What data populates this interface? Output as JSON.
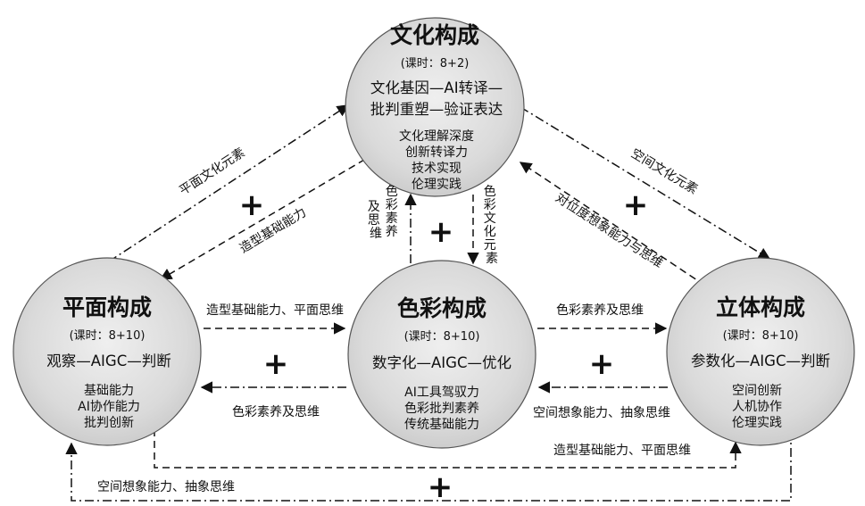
{
  "nodes": {
    "culture": {
      "title": "文化构成",
      "hours": "(课时：8+2)",
      "process": [
        "文化基因—AI转译—",
        "批判重塑—验证表达"
      ],
      "abilities": [
        "文化理解深度",
        "创新转译力",
        "技术实现",
        "伦理实践"
      ]
    },
    "plane": {
      "title": "平面构成",
      "hours": "(课时：8+10)",
      "process": [
        "观察—AIGC—判断"
      ],
      "abilities": [
        "基础能力",
        "AI协作能力",
        "批判创新"
      ]
    },
    "color": {
      "title": "色彩构成",
      "hours": "(课时：8+10)",
      "process": [
        "数字化—AIGC—优化"
      ],
      "abilities": [
        "AI工具驾驭力",
        "色彩批判素养",
        "传统基础能力"
      ]
    },
    "solid": {
      "title": "立体构成",
      "hours": "(课时：8+10)",
      "process": [
        "参数化—AIGC—判断"
      ],
      "abilities": [
        "空间创新",
        "人机协作",
        "伦理实践"
      ]
    }
  },
  "edges": {
    "plane_to_culture": "平面文化元素",
    "culture_to_plane": "造型基础能力",
    "culture_to_solid": "空间文化元素",
    "solid_to_culture": "对位度想象能力与思维",
    "color_to_culture": [
      "色",
      "彩",
      "素",
      "养",
      "及",
      "思",
      "维"
    ],
    "culture_to_color": [
      "色",
      "彩",
      "文",
      "化",
      "元",
      "素"
    ],
    "plane_to_color": "造型基础能力、平面思维",
    "color_to_plane": "色彩素养及思维",
    "color_to_solid": "色彩素养及思维",
    "solid_to_color": "空间想象能力、抽象思维",
    "plane_to_solid": "造型基础能力、平面思维",
    "solid_to_plane": "空间想象能力、抽象思维"
  },
  "plus_symbol": "+"
}
